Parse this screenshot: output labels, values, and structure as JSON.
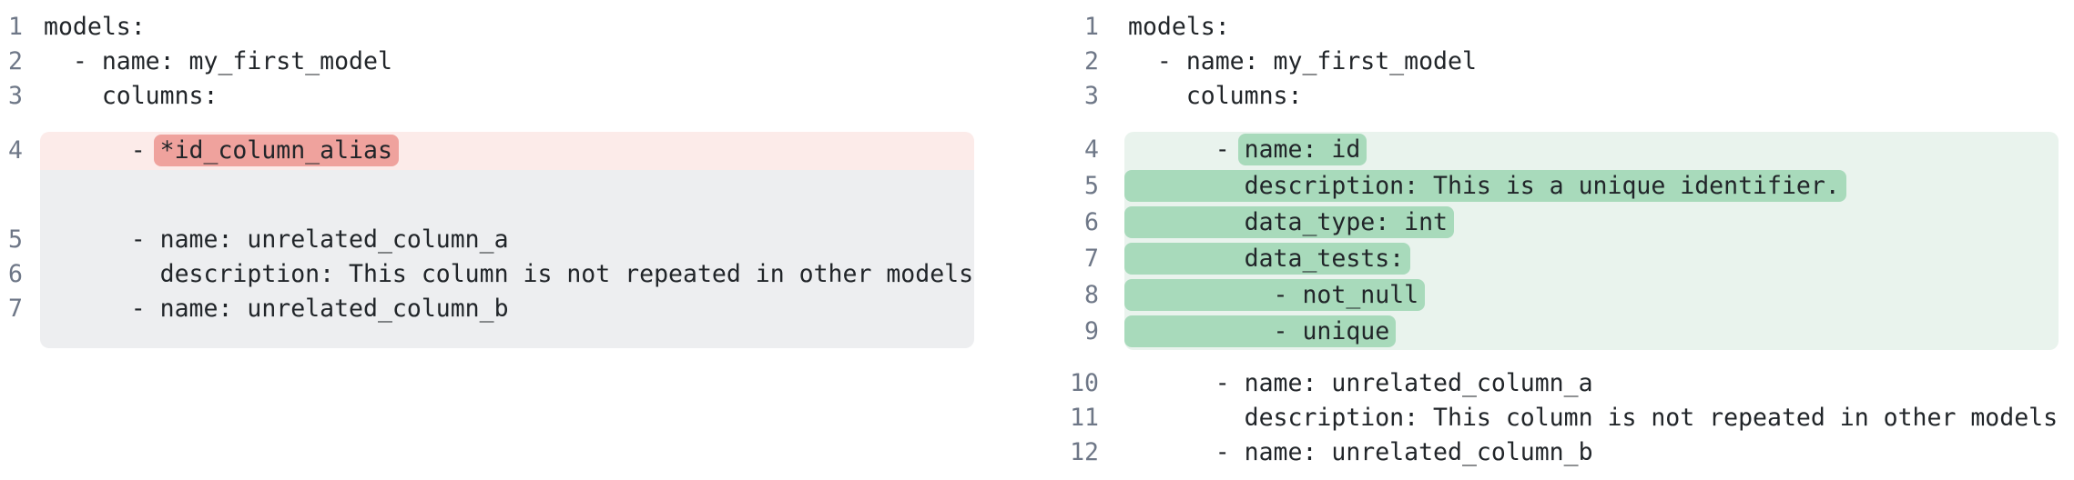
{
  "colors": {
    "background": "#ffffff",
    "code_text": "#212529",
    "line_number": "#6e7787",
    "deletion_row_bg": "#fcebe9",
    "deletion_token_bg": "#efa29d",
    "alignment_filler_bg": "#edeef0",
    "addition_row_bg": "#e9f3ed",
    "addition_token_bg": "#a8dabb"
  },
  "before_pane": {
    "lines_top": [
      {
        "num": "1",
        "text": "models:"
      },
      {
        "num": "2",
        "text": "  - name: my_first_model"
      },
      {
        "num": "3",
        "text": "    columns:"
      }
    ],
    "deletion": {
      "num": "4",
      "prefix": "      - ",
      "token": "*id_column_alias"
    },
    "lines_bottom": [
      {
        "num": "5",
        "text": "      - name: unrelated_column_a"
      },
      {
        "num": "6",
        "text": "        description: This column is not repeated in other models"
      },
      {
        "num": "7",
        "text": "      - name: unrelated_column_b"
      }
    ]
  },
  "after_pane": {
    "lines_top": [
      {
        "num": "1",
        "text": "models:"
      },
      {
        "num": "2",
        "text": "  - name: my_first_model"
      },
      {
        "num": "3",
        "text": "    columns:"
      }
    ],
    "additions": [
      {
        "num": "4",
        "prefix": "      - ",
        "token": "name: id"
      },
      {
        "num": "5",
        "prefix": "",
        "token": "        description: This is a unique identifier."
      },
      {
        "num": "6",
        "prefix": "",
        "token": "        data_type: int"
      },
      {
        "num": "7",
        "prefix": "",
        "token": "        data_tests:"
      },
      {
        "num": "8",
        "prefix": "",
        "token": "          - not_null"
      },
      {
        "num": "9",
        "prefix": "",
        "token": "          - unique"
      }
    ],
    "lines_bottom": [
      {
        "num": "10",
        "text": "      - name: unrelated_column_a"
      },
      {
        "num": "11",
        "text": "        description: This column is not repeated in other models"
      },
      {
        "num": "12",
        "text": "      - name: unrelated_column_b"
      }
    ]
  }
}
